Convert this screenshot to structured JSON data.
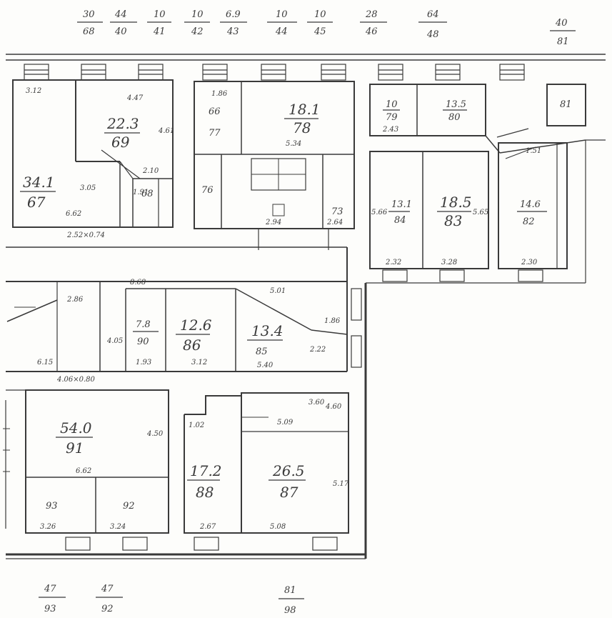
{
  "top_fractions": [
    {
      "n": "30",
      "d": "68"
    },
    {
      "n": "44",
      "d": "40"
    },
    {
      "n": "10",
      "d": "41"
    },
    {
      "n": "10",
      "d": "42"
    },
    {
      "n": "6.9",
      "d": "43"
    },
    {
      "n": "10",
      "d": "44"
    },
    {
      "n": "10",
      "d": "45"
    },
    {
      "n": "28",
      "d": "46"
    },
    {
      "n": "64",
      "d": "48"
    },
    {
      "n": "40",
      "d": "81"
    }
  ],
  "bottom_fractions": [
    {
      "n": "47",
      "d": "93"
    },
    {
      "n": "47",
      "d": "92"
    },
    {
      "n": "81",
      "d": "98"
    }
  ],
  "rooms": [
    {
      "id": "r69",
      "area": "22.3",
      "num": "69"
    },
    {
      "id": "r67",
      "area": "34.1",
      "num": "67"
    },
    {
      "id": "r68",
      "area": "",
      "num": "68"
    },
    {
      "id": "r78",
      "area": "18.1",
      "num": "78"
    },
    {
      "id": "r77",
      "area": "",
      "num": "77"
    },
    {
      "id": "r66",
      "area": "",
      "num": "66"
    },
    {
      "id": "r76",
      "area": "",
      "num": "76"
    },
    {
      "id": "r73",
      "area": "",
      "num": "73"
    },
    {
      "id": "r79",
      "area": "10",
      "num": "79"
    },
    {
      "id": "r80",
      "area": "13.5",
      "num": "80"
    },
    {
      "id": "r81",
      "area": "",
      "num": "81"
    },
    {
      "id": "r84",
      "area": "13.1",
      "num": "84"
    },
    {
      "id": "r83",
      "area": "18.5",
      "num": "83"
    },
    {
      "id": "r82",
      "area": "14.6",
      "num": "82"
    },
    {
      "id": "r85",
      "area": "13.4",
      "num": "85"
    },
    {
      "id": "r86",
      "area": "12.6",
      "num": "86"
    },
    {
      "id": "r90",
      "area": "7.8",
      "num": "90"
    },
    {
      "id": "r91",
      "area": "54.0",
      "num": "91"
    },
    {
      "id": "r93",
      "area": "",
      "num": "93"
    },
    {
      "id": "r92",
      "area": "",
      "num": "92"
    },
    {
      "id": "r88",
      "area": "17.2",
      "num": "88"
    },
    {
      "id": "r87",
      "area": "26.5",
      "num": "87"
    }
  ],
  "dimensions": [
    "3.12",
    "4.47",
    "4.61",
    "2.10",
    "3.05",
    "1.91",
    "6.62",
    "2.52×0.74",
    "1.86",
    "5.34",
    "2.94",
    "2.64",
    "2.43",
    "5.66",
    "5.65",
    "2.32",
    "3.28",
    "2.30",
    "5.01",
    "8.68",
    "2.86",
    "4.05",
    "1.93",
    "3.12",
    "6.15",
    "1.86",
    "2.22",
    "4.06×0.80",
    "5.40",
    "6.62",
    "3.26",
    "3.24",
    "4.50",
    "5.09",
    "5.08",
    "2.67",
    "5.17",
    "1.02",
    "4.60",
    "3.60",
    "1.51"
  ]
}
